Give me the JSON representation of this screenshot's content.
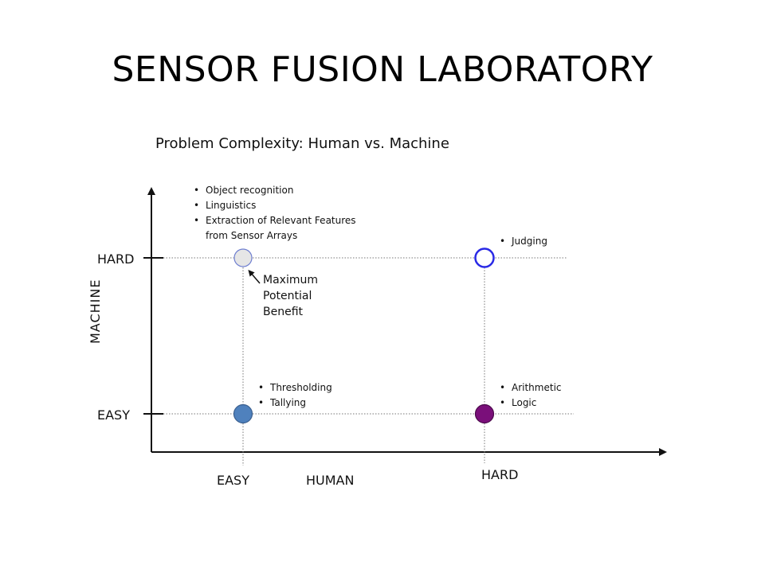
{
  "title": "SENSOR FUSION LABORATORY",
  "subtitle": "Problem Complexity: Human vs. Machine",
  "axes": {
    "y_axis_label": "MACHINE",
    "x_axis_label": "HUMAN",
    "y_hard": "HARD",
    "y_easy": "EASY",
    "x_easy": "EASY",
    "x_hard": "HARD"
  },
  "quadrants": {
    "hard_machine_easy_human": {
      "items": [
        "Object recognition",
        "Linguistics",
        "Extraction of Relevant  Features"
      ],
      "continuation": "from Sensor Arrays",
      "circle_color": "#e6e6e6",
      "circle_stroke": "#6f7fd0"
    },
    "hard_machine_hard_human": {
      "items": [
        "Judging"
      ],
      "circle_color": "#ffffff",
      "circle_stroke": "#2a2ae6"
    },
    "easy_machine_easy_human": {
      "items": [
        "Thresholding",
        "Tallying"
      ],
      "circle_color": "#4f81bd",
      "circle_stroke": "#3a5f8f"
    },
    "easy_machine_hard_human": {
      "items": [
        "Arithmetic",
        "Logic"
      ],
      "circle_color": "#7a0f7a",
      "circle_stroke": "#4b0a4b"
    }
  },
  "annotation": {
    "line1": "Maximum",
    "line2": "Potential",
    "line3": "Benefit"
  }
}
